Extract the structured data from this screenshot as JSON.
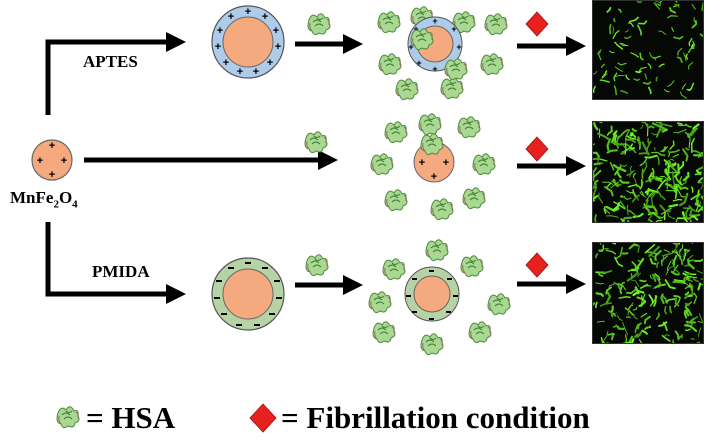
{
  "core": {
    "label": "MnFe",
    "sub1": "2",
    "mid": "O",
    "sub2": "4"
  },
  "routes": [
    {
      "label": "APTES"
    },
    {
      "label": ""
    },
    {
      "label": "PMIDA"
    }
  ],
  "legend": {
    "hsa_text": "= HSA",
    "fibrillation_text": "= Fibrillation condition"
  },
  "colors": {
    "core": "#F4A97E",
    "aptes_shell": "#AECBEA",
    "pmida_shell": "#B5D3A5",
    "diamond": "#E8211C",
    "protein": "#6AAE54",
    "fibril": "#7FEA2E"
  },
  "icons": [
    "protein-icon",
    "diamond-icon",
    "arrow-icon"
  ]
}
